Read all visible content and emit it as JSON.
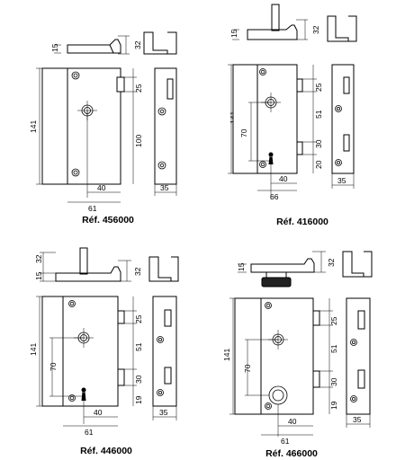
{
  "panels": [
    {
      "ref": "Réf. 456000",
      "dims": {
        "top_thickness": "15",
        "top_height": "32",
        "overall_height": "141",
        "latch_offset": "25",
        "lower_span": "100",
        "key_x": "40",
        "overall_width": "61",
        "strike_width": "35"
      }
    },
    {
      "ref": "Réf. 416000",
      "dims": {
        "top_thickness": "15",
        "top_height": "32",
        "overall_height": "141",
        "latch_offset": "25",
        "key_height": "70",
        "mid_span": "51",
        "lower_mid": "30",
        "bottom_offset": "20",
        "key_x": "40",
        "overall_width": "66",
        "strike_width": "35"
      }
    },
    {
      "ref": "Réf. 446000",
      "dims": {
        "top_thickness": "15",
        "top_height": "32",
        "overall_height": "141",
        "latch_offset": "25",
        "key_height": "70",
        "mid_span": "51",
        "lower_mid": "30",
        "bottom_offset": "19",
        "key_x": "40",
        "overall_width": "61",
        "strike_width": "35"
      }
    },
    {
      "ref": "Réf. 466000",
      "dims": {
        "top_thickness": "15",
        "top_height": "32",
        "overall_height": "141",
        "latch_offset": "25",
        "key_height": "70",
        "mid_span": "51",
        "lower_mid": "30",
        "bottom_offset": "19",
        "key_x": "40",
        "overall_width": "61",
        "strike_width": "35"
      }
    }
  ]
}
